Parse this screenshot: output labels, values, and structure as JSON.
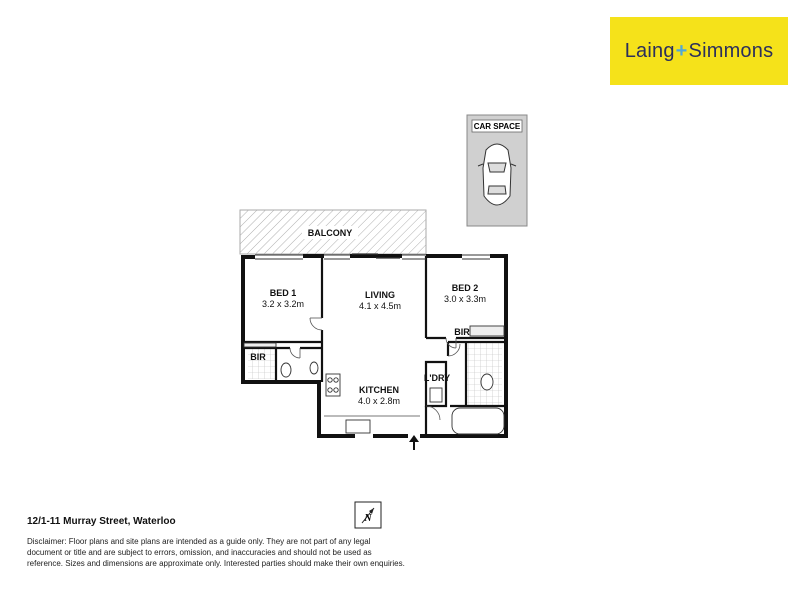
{
  "brand": {
    "part1": "Laing",
    "plus": "+",
    "part2": "Simmons",
    "background": "#f5e21a",
    "text_color": "#2b2f5c",
    "accent": "#4fa8d8"
  },
  "car_space": {
    "label": "CAR SPACE"
  },
  "rooms": {
    "balcony": {
      "label": "BALCONY"
    },
    "bed1": {
      "label": "BED 1",
      "dim": "3.2 x 3.2m"
    },
    "living": {
      "label": "LIVING",
      "dim": "4.1 x 4.5m"
    },
    "bed2": {
      "label": "BED 2",
      "dim": "3.0 x 3.3m"
    },
    "kitchen": {
      "label": "KITCHEN",
      "dim": "4.0 x 2.8m"
    },
    "bir1": {
      "label": "BIR"
    },
    "bir2": {
      "label": "BIR"
    },
    "laundry": {
      "label": "L'DRY"
    }
  },
  "compass": {
    "letter": "N",
    "icon": "north-arrow-icon"
  },
  "address": "12/1-11 Murray Street, Waterloo",
  "disclaimer": "Disclaimer: Floor plans and site plans are intended as a guide only. They are not part of any legal document or title and are subject to errors, omission, and inaccuracies and should not be used as reference. Sizes and dimensions are approximate only. Interested parties should make their own enquiries."
}
